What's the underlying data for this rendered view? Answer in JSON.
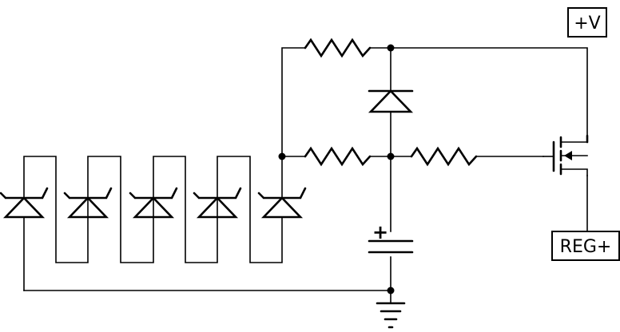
{
  "labels": {
    "supply": "+V",
    "output": "REG+",
    "cap_polarity": "+"
  },
  "components": {
    "zener_string": {
      "type": "zener-diode",
      "count": 5
    },
    "resistors": [
      "resistor-top",
      "resistor-middle",
      "resistor-gate"
    ],
    "diode": "diode",
    "capacitor": "polarized-capacitor",
    "transistor": "mosfet",
    "ground": "ground"
  }
}
